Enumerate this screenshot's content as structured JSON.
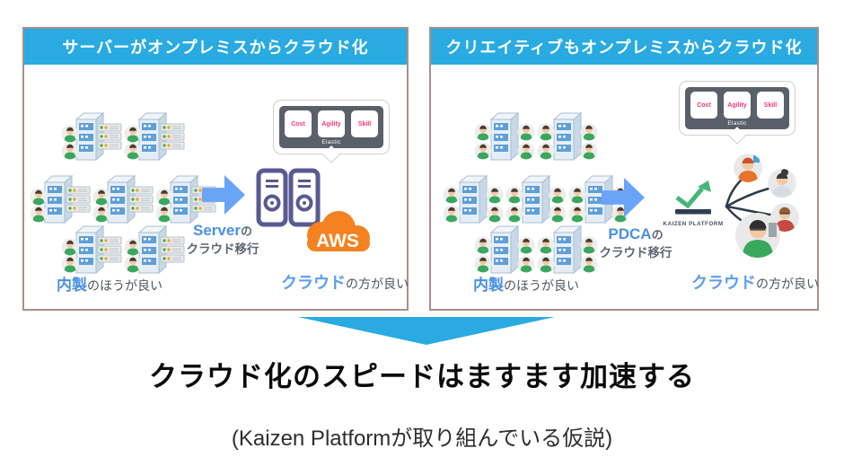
{
  "colors": {
    "header_blue": "#29abe2",
    "arrow_blue": "#6aa4f7",
    "accent_blue": "#4a90e2",
    "panel_border": "#a8908a",
    "callout_dark": "#596069",
    "callout_pink": "#f5347e",
    "aws_orange": "#f58220",
    "kaizen_green": "#43b77a"
  },
  "left_panel": {
    "title": "サーバーがオンプレミスからクラウド化",
    "callout": {
      "items": [
        "Cost",
        "Agility",
        "Skill"
      ],
      "footer": "Elastic"
    },
    "migration_highlight": "Server",
    "migration_particle": "の",
    "migration_line2": "クラウド移行",
    "aws_label": "AWS",
    "verdict_left_highlight": "内製",
    "verdict_left_rest": "のほうが良い",
    "verdict_right_highlight": "クラウド",
    "verdict_right_rest": "の方が良い"
  },
  "right_panel": {
    "title": "クリエイティブもオンプレミスからクラウド化",
    "callout": {
      "items": [
        "Cost",
        "Agility",
        "Skill"
      ],
      "footer": "Elastic"
    },
    "migration_highlight": "PDCA",
    "migration_particle": "の",
    "migration_line2": "クラウド移行",
    "logo_label": "KAIZEN PLATFORM",
    "verdict_left_highlight": "内製",
    "verdict_left_rest": "のほうが良い",
    "verdict_right_highlight": "クラウド",
    "verdict_right_rest": "の方が良い"
  },
  "conclusion": {
    "headline": "クラウド化のスピードはますます加速する",
    "caption": "(Kaizen Platformが取り組んでいる仮説)"
  }
}
